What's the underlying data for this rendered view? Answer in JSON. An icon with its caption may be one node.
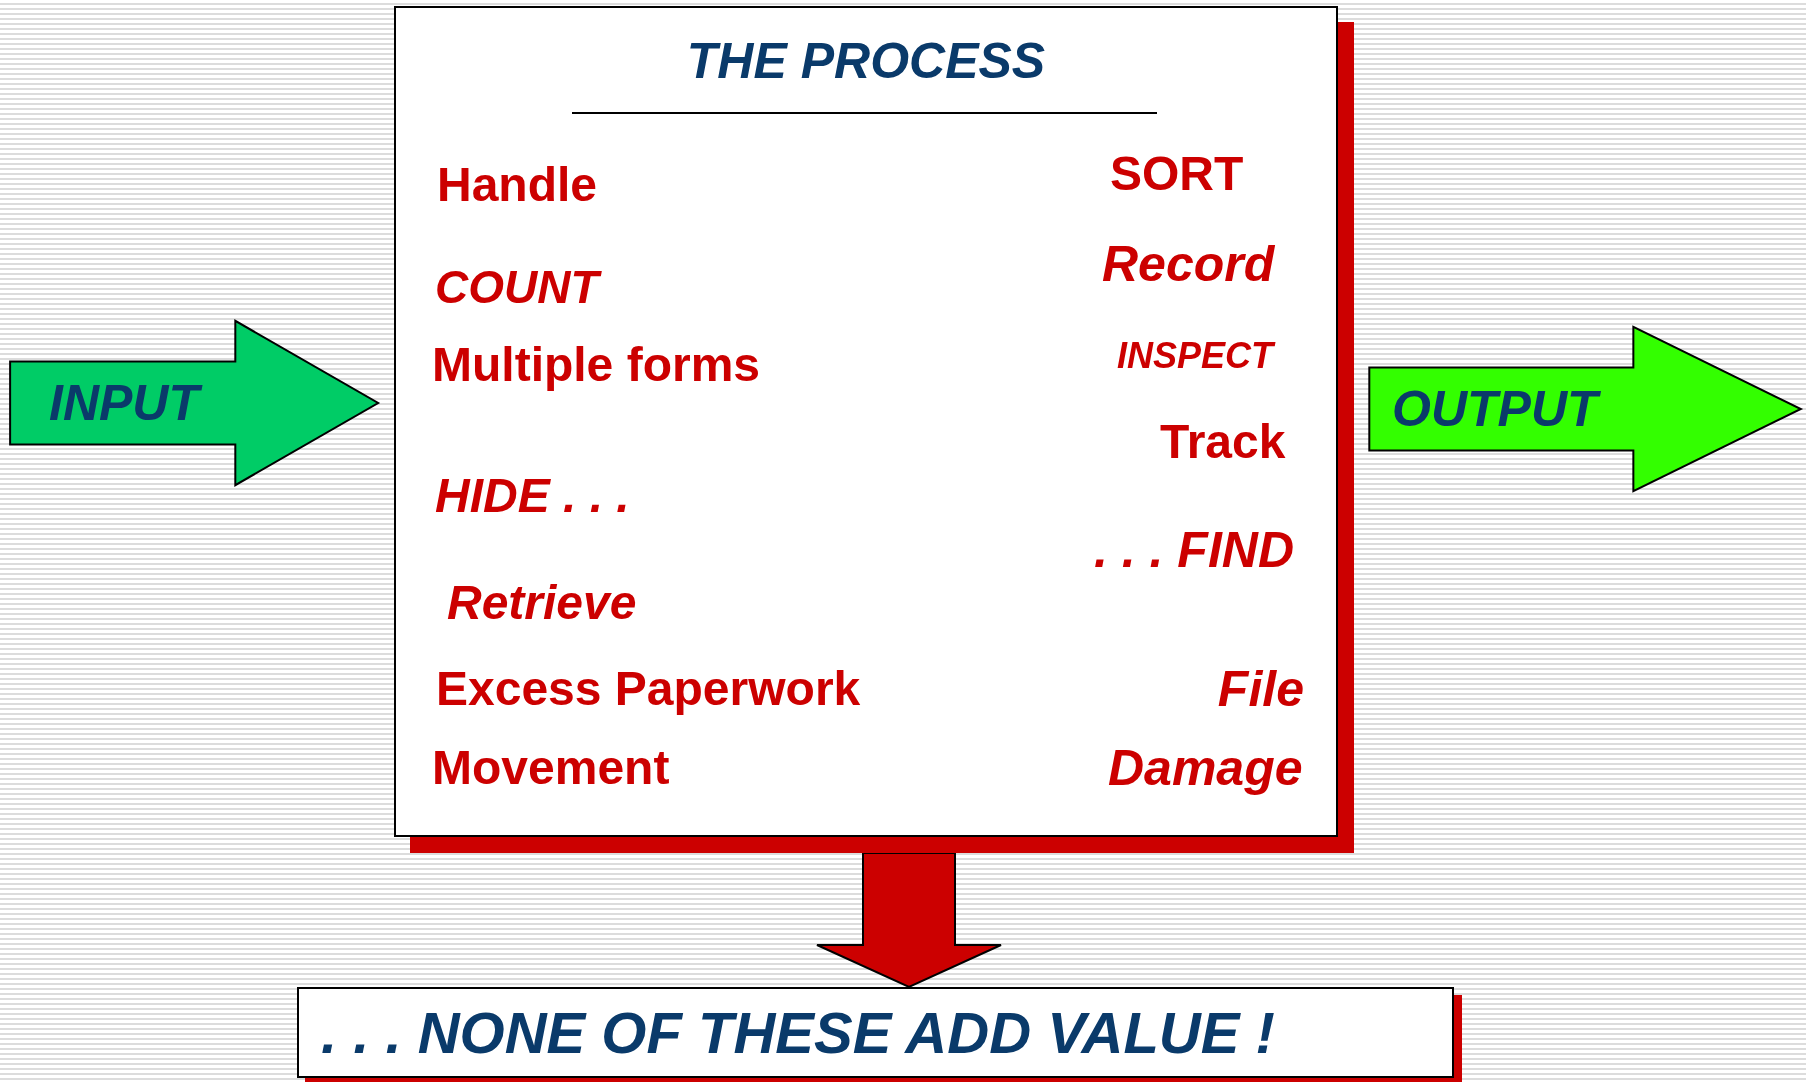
{
  "diagram": {
    "nodes": [
      {
        "text": [
          "INPUT"
        ]
      },
      {
        "text": [
          "THE PROCESS",
          "Handle",
          "SORT",
          "COUNT",
          "Record",
          "Multiple forms",
          "INSPECT",
          "Track",
          "HIDE . . .",
          ". . . FIND",
          "Retrieve",
          "Excess Paperwork",
          "File",
          "Movement",
          "Damage"
        ]
      },
      {
        "text": [
          "OUTPUT"
        ]
      },
      {
        "text": [
          ". . . NONE OF THESE ADD VALUE !"
        ]
      }
    ],
    "edges": [
      {
        "from": 1,
        "to": 3,
        "arrow": "to"
      }
    ]
  }
}
